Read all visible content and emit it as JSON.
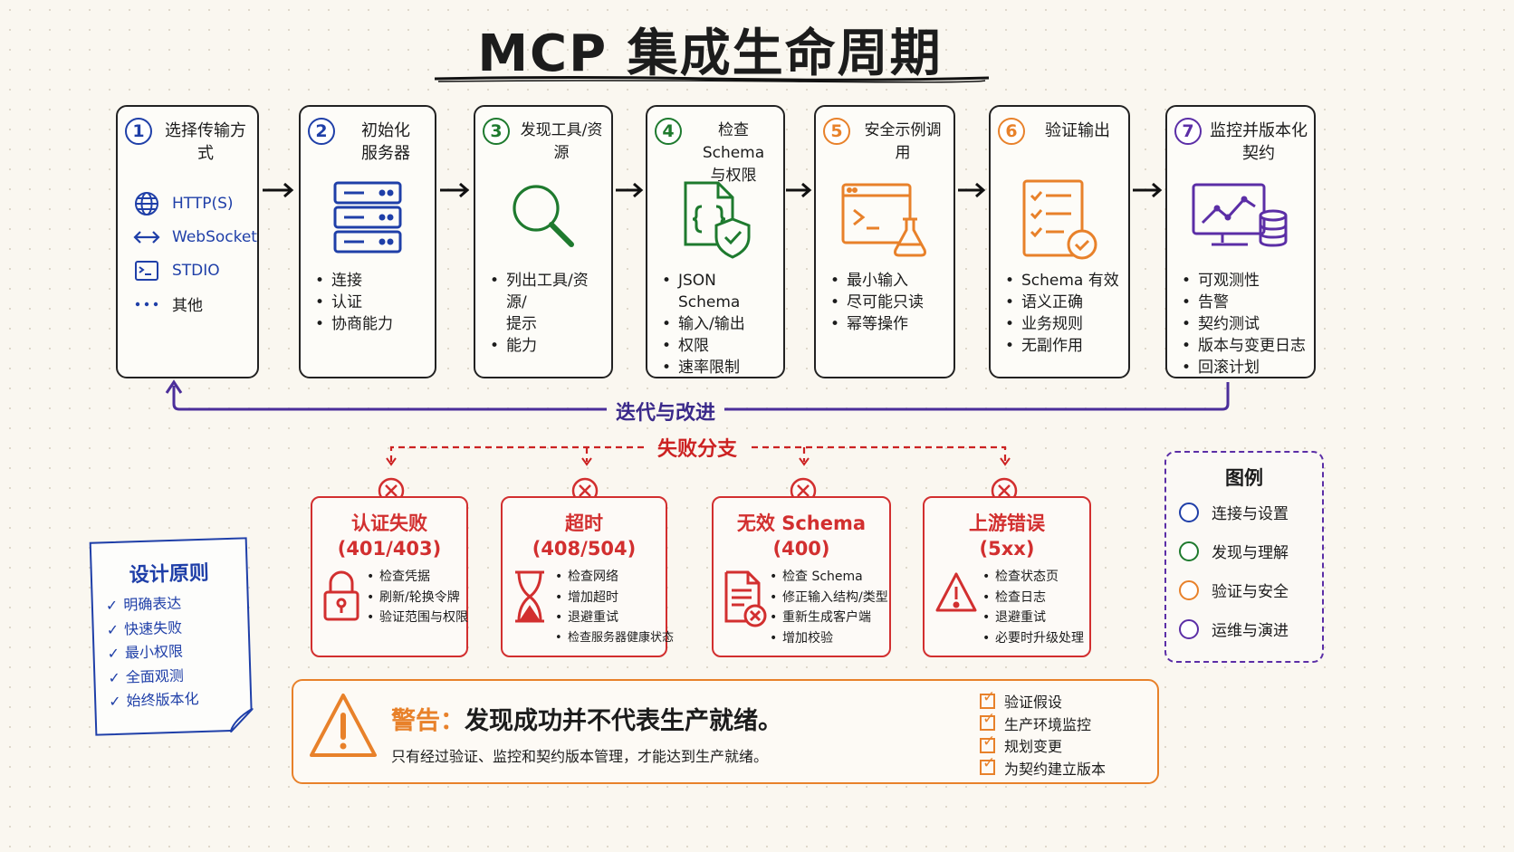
{
  "title": "MCP 集成生命周期",
  "steps": [
    {
      "num": "1",
      "title": "选择传输方式",
      "color": "#1f3fa8",
      "transports": [
        {
          "icon": "globe-icon",
          "label": "HTTP(S)"
        },
        {
          "icon": "bidirectional-arrow-icon",
          "label": "WebSocket"
        },
        {
          "icon": "terminal-icon",
          "label": "STDIO"
        },
        {
          "icon": "ellipsis-icon",
          "label": "其他"
        }
      ]
    },
    {
      "num": "2",
      "title": "初始化\n服务器",
      "color": "#1f3fa8",
      "icon": "server-icon",
      "bullets": [
        "连接",
        "认证",
        "协商能力"
      ]
    },
    {
      "num": "3",
      "title": "发现工具/资源",
      "color": "#1e7a2e",
      "icon": "magnifier-icon",
      "bullets": [
        "列出工具/资源/\n提示",
        "能力"
      ]
    },
    {
      "num": "4",
      "title": "检查 Schema\n与权限",
      "color": "#1e7a2e",
      "icon": "schema-shield-icon",
      "bullets": [
        "JSON Schema",
        "输入/输出",
        "权限",
        "速率限制"
      ]
    },
    {
      "num": "5",
      "title": "安全示例调用",
      "color": "#e8812a",
      "icon": "console-flask-icon",
      "bullets": [
        "最小输入",
        "尽可能只读",
        "幂等操作"
      ]
    },
    {
      "num": "6",
      "title": "验证输出",
      "color": "#e8812a",
      "icon": "checklist-icon",
      "bullets": [
        "Schema 有效",
        "语义正确",
        "业务规则",
        "无副作用"
      ]
    },
    {
      "num": "7",
      "title": "监控并版本化\n契约",
      "color": "#5b2ea6",
      "icon": "monitor-database-icon",
      "bullets": [
        "可观测性",
        "告警",
        "契约测试",
        "版本与变更日志",
        "回滚计划"
      ]
    }
  ],
  "loop_label": "迭代与改进",
  "failure_label": "失败分支",
  "failures": [
    {
      "title": "认证失败\n(401/403)",
      "icon": "padlock-icon",
      "bullets": [
        "检查凭据",
        "刷新/轮换令牌",
        "验证范围与权限"
      ]
    },
    {
      "title": "超时\n(408/504)",
      "icon": "hourglass-icon",
      "bullets": [
        "检查网络",
        "增加超时",
        "退避重试",
        "检查服务器健康状态"
      ]
    },
    {
      "title": "无效 Schema\n(400)",
      "icon": "invalid-document-icon",
      "bullets": [
        "检查 Schema",
        "修正输入结构/类型",
        "重新生成客户端",
        "增加校验"
      ]
    },
    {
      "title": "上游错误\n(5xx)",
      "icon": "warning-triangle-icon",
      "bullets": [
        "检查状态页",
        "检查日志",
        "退避重试",
        "必要时升级处理"
      ]
    }
  ],
  "design": {
    "title": "设计原则",
    "items": [
      "明确表达",
      "快速失败",
      "最小权限",
      "全面观测",
      "始终版本化"
    ]
  },
  "legend": {
    "title": "图例",
    "items": [
      {
        "label": "连接与设置",
        "color": "#1f3fa8"
      },
      {
        "label": "发现与理解",
        "color": "#1e7a2e"
      },
      {
        "label": "验证与安全",
        "color": "#e8812a"
      },
      {
        "label": "运维与演进",
        "color": "#5b2ea6"
      }
    ]
  },
  "warning": {
    "prefix": "警告：",
    "headline": "发现成功并不代表生产就绪。",
    "sub": "只有经过验证、监控和契约版本管理，才能达到生产就绪。",
    "checks": [
      "验证假设",
      "生产环境监控",
      "规划变更",
      "为契约建立版本"
    ]
  },
  "colors": {
    "blue": "#1f3fa8",
    "green": "#1e7a2e",
    "orange": "#e8812a",
    "purple": "#5b2ea6",
    "red": "#d22f2f"
  }
}
